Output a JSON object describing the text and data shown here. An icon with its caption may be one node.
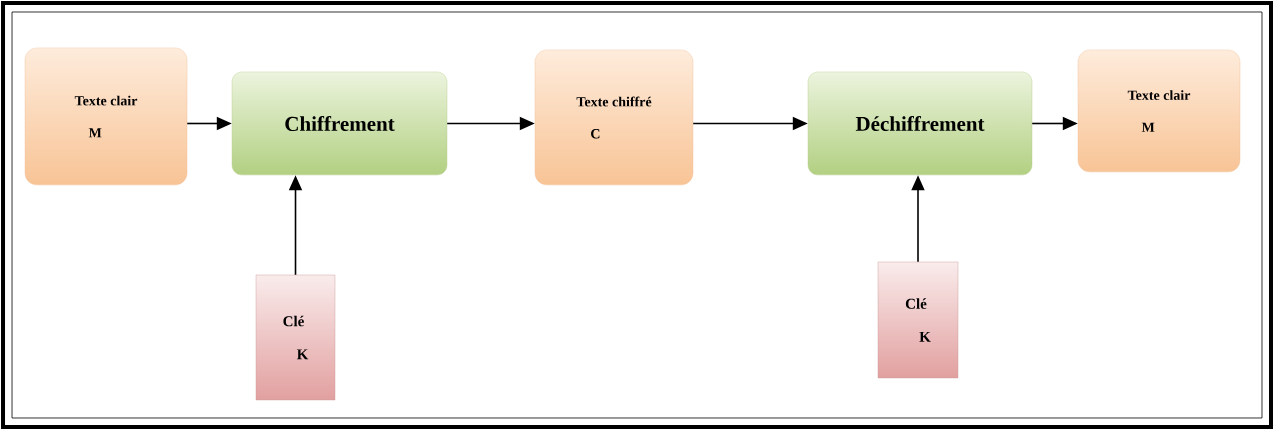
{
  "diagram": {
    "nodes": [
      {
        "text": [
          "Texte clair",
          "M"
        ]
      },
      {
        "text": [
          "Chiffrement"
        ]
      },
      {
        "text": [
          "Texte chiffré",
          "C"
        ]
      },
      {
        "text": [
          "Déchiffrement"
        ]
      },
      {
        "text": [
          "Texte clair",
          "M"
        ]
      },
      {
        "text": [
          "Clé",
          "K"
        ]
      },
      {
        "text": [
          "Clé",
          "K"
        ]
      }
    ],
    "edges": [
      {
        "from": 0,
        "to": 1,
        "arrow": "to"
      },
      {
        "from": 1,
        "to": 2,
        "arrow": "to"
      },
      {
        "from": 2,
        "to": 3,
        "arrow": "to"
      },
      {
        "from": 3,
        "to": 4,
        "arrow": "to"
      },
      {
        "from": 5,
        "to": 1,
        "arrow": "to"
      },
      {
        "from": 6,
        "to": 3,
        "arrow": "to"
      }
    ]
  }
}
